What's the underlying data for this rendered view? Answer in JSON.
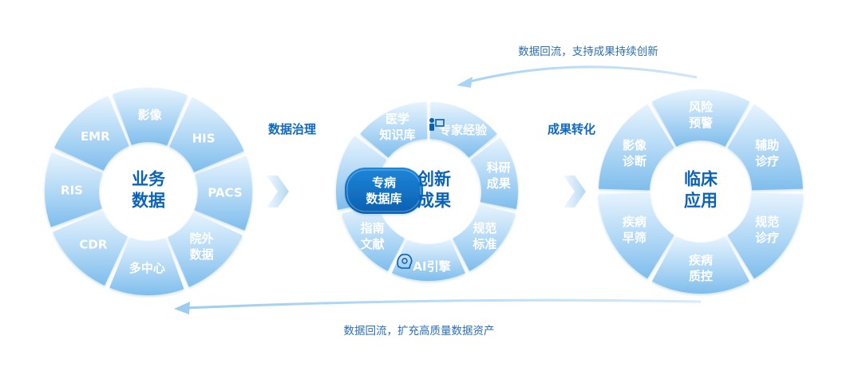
{
  "colors": {
    "segment_light": "#dbeefc",
    "segment_dark": "#8ec6f0",
    "segment_text": "#ffffff",
    "center_text": "#0a63b6",
    "highlight": "#0d6fc4",
    "label": "#0f69c2",
    "flow": "#2b6fb3"
  },
  "labels": {
    "governance": "数据治理",
    "transform": "成果转化",
    "top_flow": "数据回流，支持成果持续创新",
    "bottom_flow": "数据回流，扩充高质量数据资产"
  },
  "wheels": [
    {
      "id": "business",
      "center": [
        "业务",
        "数据"
      ],
      "segments": [
        {
          "lines": [
            "影像"
          ]
        },
        {
          "lines": [
            "HIS"
          ]
        },
        {
          "lines": [
            "PACS"
          ]
        },
        {
          "lines": [
            "院外",
            "数据"
          ]
        },
        {
          "lines": [
            "多中心"
          ]
        },
        {
          "lines": [
            "CDR"
          ]
        },
        {
          "lines": [
            "RIS"
          ]
        },
        {
          "lines": [
            "EMR"
          ]
        }
      ]
    },
    {
      "id": "innovation",
      "center": [
        "创新",
        "成果"
      ],
      "segments": [
        {
          "lines": [
            "专家经验"
          ],
          "icon": "expert-icon"
        },
        {
          "lines": [
            "科研",
            "成果"
          ]
        },
        {
          "lines": [
            "规范",
            "标准"
          ]
        },
        {
          "lines": [
            "AI引擎"
          ],
          "icon": "ai-brain-icon"
        },
        {
          "lines": [
            "指南",
            "文献"
          ]
        },
        {
          "lines": [
            "专病",
            "数据库"
          ],
          "highlight": true
        },
        {
          "lines": [
            "医学",
            "知识库"
          ]
        }
      ]
    },
    {
      "id": "clinical",
      "center": [
        "临床",
        "应用"
      ],
      "segments": [
        {
          "lines": [
            "风险",
            "预警"
          ]
        },
        {
          "lines": [
            "辅助",
            "诊疗"
          ]
        },
        {
          "lines": [
            "规范",
            "诊疗"
          ]
        },
        {
          "lines": [
            "疾病",
            "质控"
          ]
        },
        {
          "lines": [
            "疾病",
            "早筛"
          ]
        },
        {
          "lines": [
            "影像",
            "诊断"
          ]
        }
      ]
    }
  ]
}
